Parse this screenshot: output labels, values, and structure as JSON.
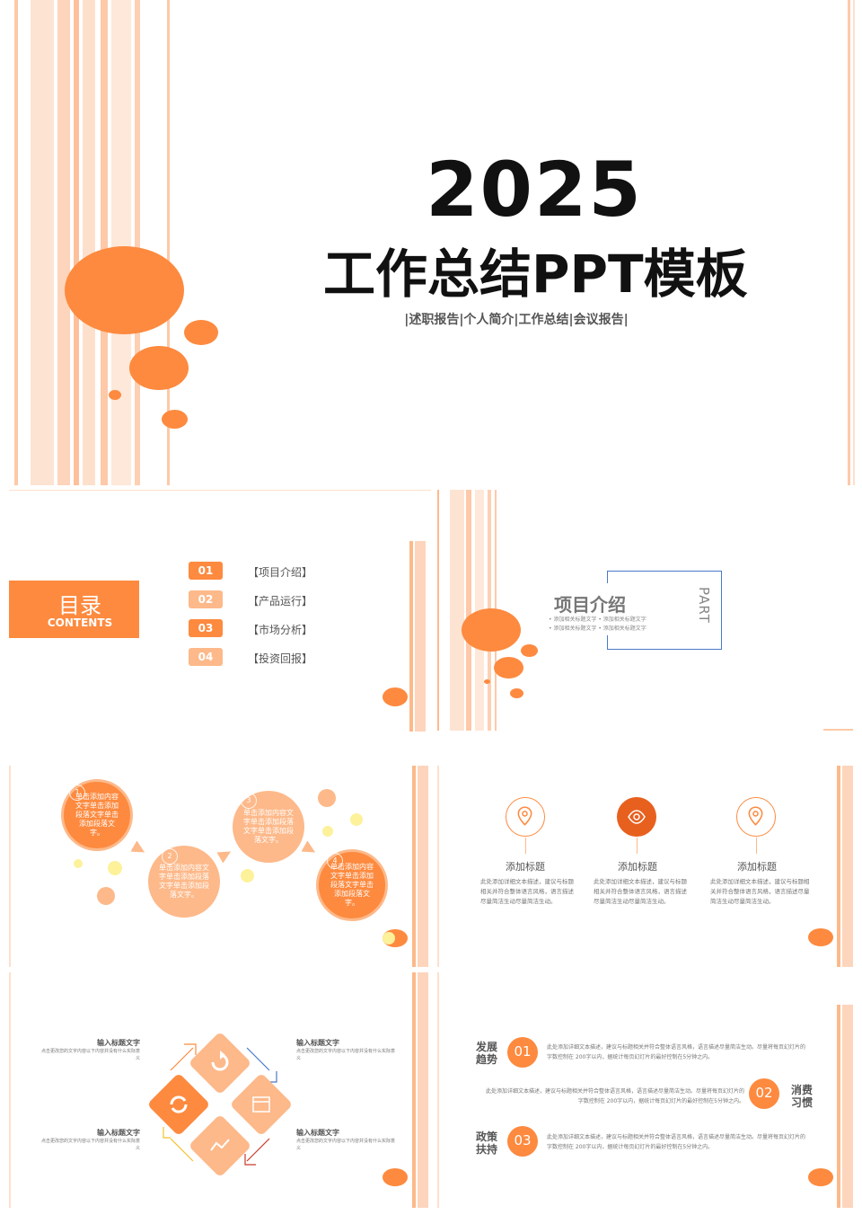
{
  "colors": {
    "accent": "#fd8a3f",
    "light": "#fdb98a",
    "pale": "#fdd5bc",
    "yellow": "#fdf19a",
    "blue": "#4a79c8",
    "gold": "#f3c12c",
    "dark": "#111111"
  },
  "cover": {
    "year": "2025",
    "title": "工作总结PPT模板",
    "subtitle": "|述职报告|个人简介|工作总结|会议报告|"
  },
  "toc": {
    "title": "目录",
    "title_en": "CONTENTS",
    "items": [
      {
        "num": "01",
        "label": "【项目介绍】"
      },
      {
        "num": "02",
        "label": "【产品运行】"
      },
      {
        "num": "03",
        "label": "【市场分析】"
      },
      {
        "num": "04",
        "label": "【投资回报】"
      }
    ]
  },
  "part": {
    "title": "项目介绍",
    "part_label": "PART",
    "bullets": [
      "• 添加相关标题文字 • 添加相关标题文字",
      "• 添加相关标题文字 • 添加相关标题文字"
    ]
  },
  "steps": {
    "items": [
      {
        "num": "1",
        "text": "单击添加内容文字单击添加段落文字单击添加段落文字。"
      },
      {
        "num": "2",
        "text": "单击添加内容文字单击添加段落文字单击添加段落文字。"
      },
      {
        "num": "3",
        "text": "单击添加内容文字单击添加段落文字单击添加段落文字。"
      },
      {
        "num": "4",
        "text": "单击添加内容文字单击添加段落文字单击添加段落文字。"
      }
    ]
  },
  "features": {
    "items": [
      {
        "icon": "location-pin-icon",
        "heading": "添加标题",
        "text": "此处添加详细文本描述，建议与标题相关并符合整体语言风格，语言描述尽量简洁生动尽量简洁生动。"
      },
      {
        "icon": "eye-icon",
        "heading": "添加标题",
        "text": "此处添加详细文本描述，建议与标题相关并符合整体语言风格，语言描述尽量简洁生动尽量简洁生动。"
      },
      {
        "icon": "location-pin-icon",
        "heading": "添加标题",
        "text": "此处添加详细文本描述，建议与标题相关并符合整体语言风格，语言描述尽量简洁生动尽量简洁生动。"
      }
    ]
  },
  "diamond": {
    "items": [
      {
        "title": "输入标题文字",
        "text": "点击更改您的文字内容以下内容并没有什么实际意义"
      },
      {
        "title": "输入标题文字",
        "text": "点击更改您的文字内容以下内容并没有什么实际意义"
      },
      {
        "title": "输入标题文字",
        "text": "点击更改您的文字内容以下内容并没有什么实际意义"
      },
      {
        "title": "输入标题文字",
        "text": "点击更改您的文字内容以下内容并没有什么实际意义"
      }
    ]
  },
  "trends": {
    "items": [
      {
        "num": "01",
        "label_a": "发展",
        "label_b": "趋势",
        "text": "此处添加详细文本描述，建议与标题相关并符合整体语言风格，语言描述尽量简洁生动。尽量将每页幻灯片的字数控制在 200字以内，据统计每页幻灯片的最好控制在5分钟之内。"
      },
      {
        "num": "02",
        "label_a": "消费",
        "label_b": "习惯",
        "text": "此处添加详细文本描述，建议与标题相关并符合整体语言风格，语言描述尽量简洁生动。尽量将每页幻灯片的字数控制在 200字以内，据统计每页幻灯片的最好控制在5分钟之内。"
      },
      {
        "num": "03",
        "label_a": "政策",
        "label_b": "扶持",
        "text": "此处添加详细文本描述，建议与标题相关并符合整体语言风格，语言描述尽量简洁生动。尽量将每页幻灯片的字数控制在 200字以内，据统计每页幻灯片的最好控制在5分钟之内。"
      }
    ]
  }
}
